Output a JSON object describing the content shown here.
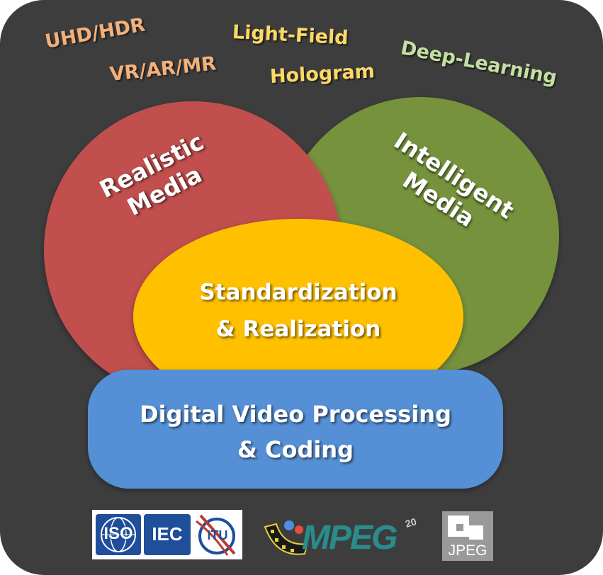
{
  "keywords": {
    "uhd_hdr": "UHD/HDR",
    "vr_ar_mr": "VR/AR/MR",
    "light_field": "Light-Field",
    "hologram": "Hologram",
    "deep_learning": "Deep-Learning"
  },
  "circles": {
    "realistic": {
      "line1": "Realistic",
      "line2": "Media",
      "color": "#c0504d"
    },
    "intelligent": {
      "line1": "Intelligent",
      "line2": "Media",
      "color": "#76923c"
    },
    "standardization": {
      "line1": "Standardization",
      "line2": "& Realization",
      "color": "#ffc000"
    }
  },
  "base": {
    "line1": "Digital Video Processing",
    "line2": "& Coding",
    "color": "#5590d6"
  },
  "logos": {
    "iso": "ISO",
    "iec": "IEC",
    "itu": "ITU",
    "mpeg": "MPEG",
    "mpeg_badge": "20",
    "jpeg": "JPEG"
  },
  "colors": {
    "background": "#3d3d3d",
    "keyword_orange": "#f2b07a",
    "keyword_yellow": "#ffd966",
    "keyword_green": "#c3e0a0"
  }
}
